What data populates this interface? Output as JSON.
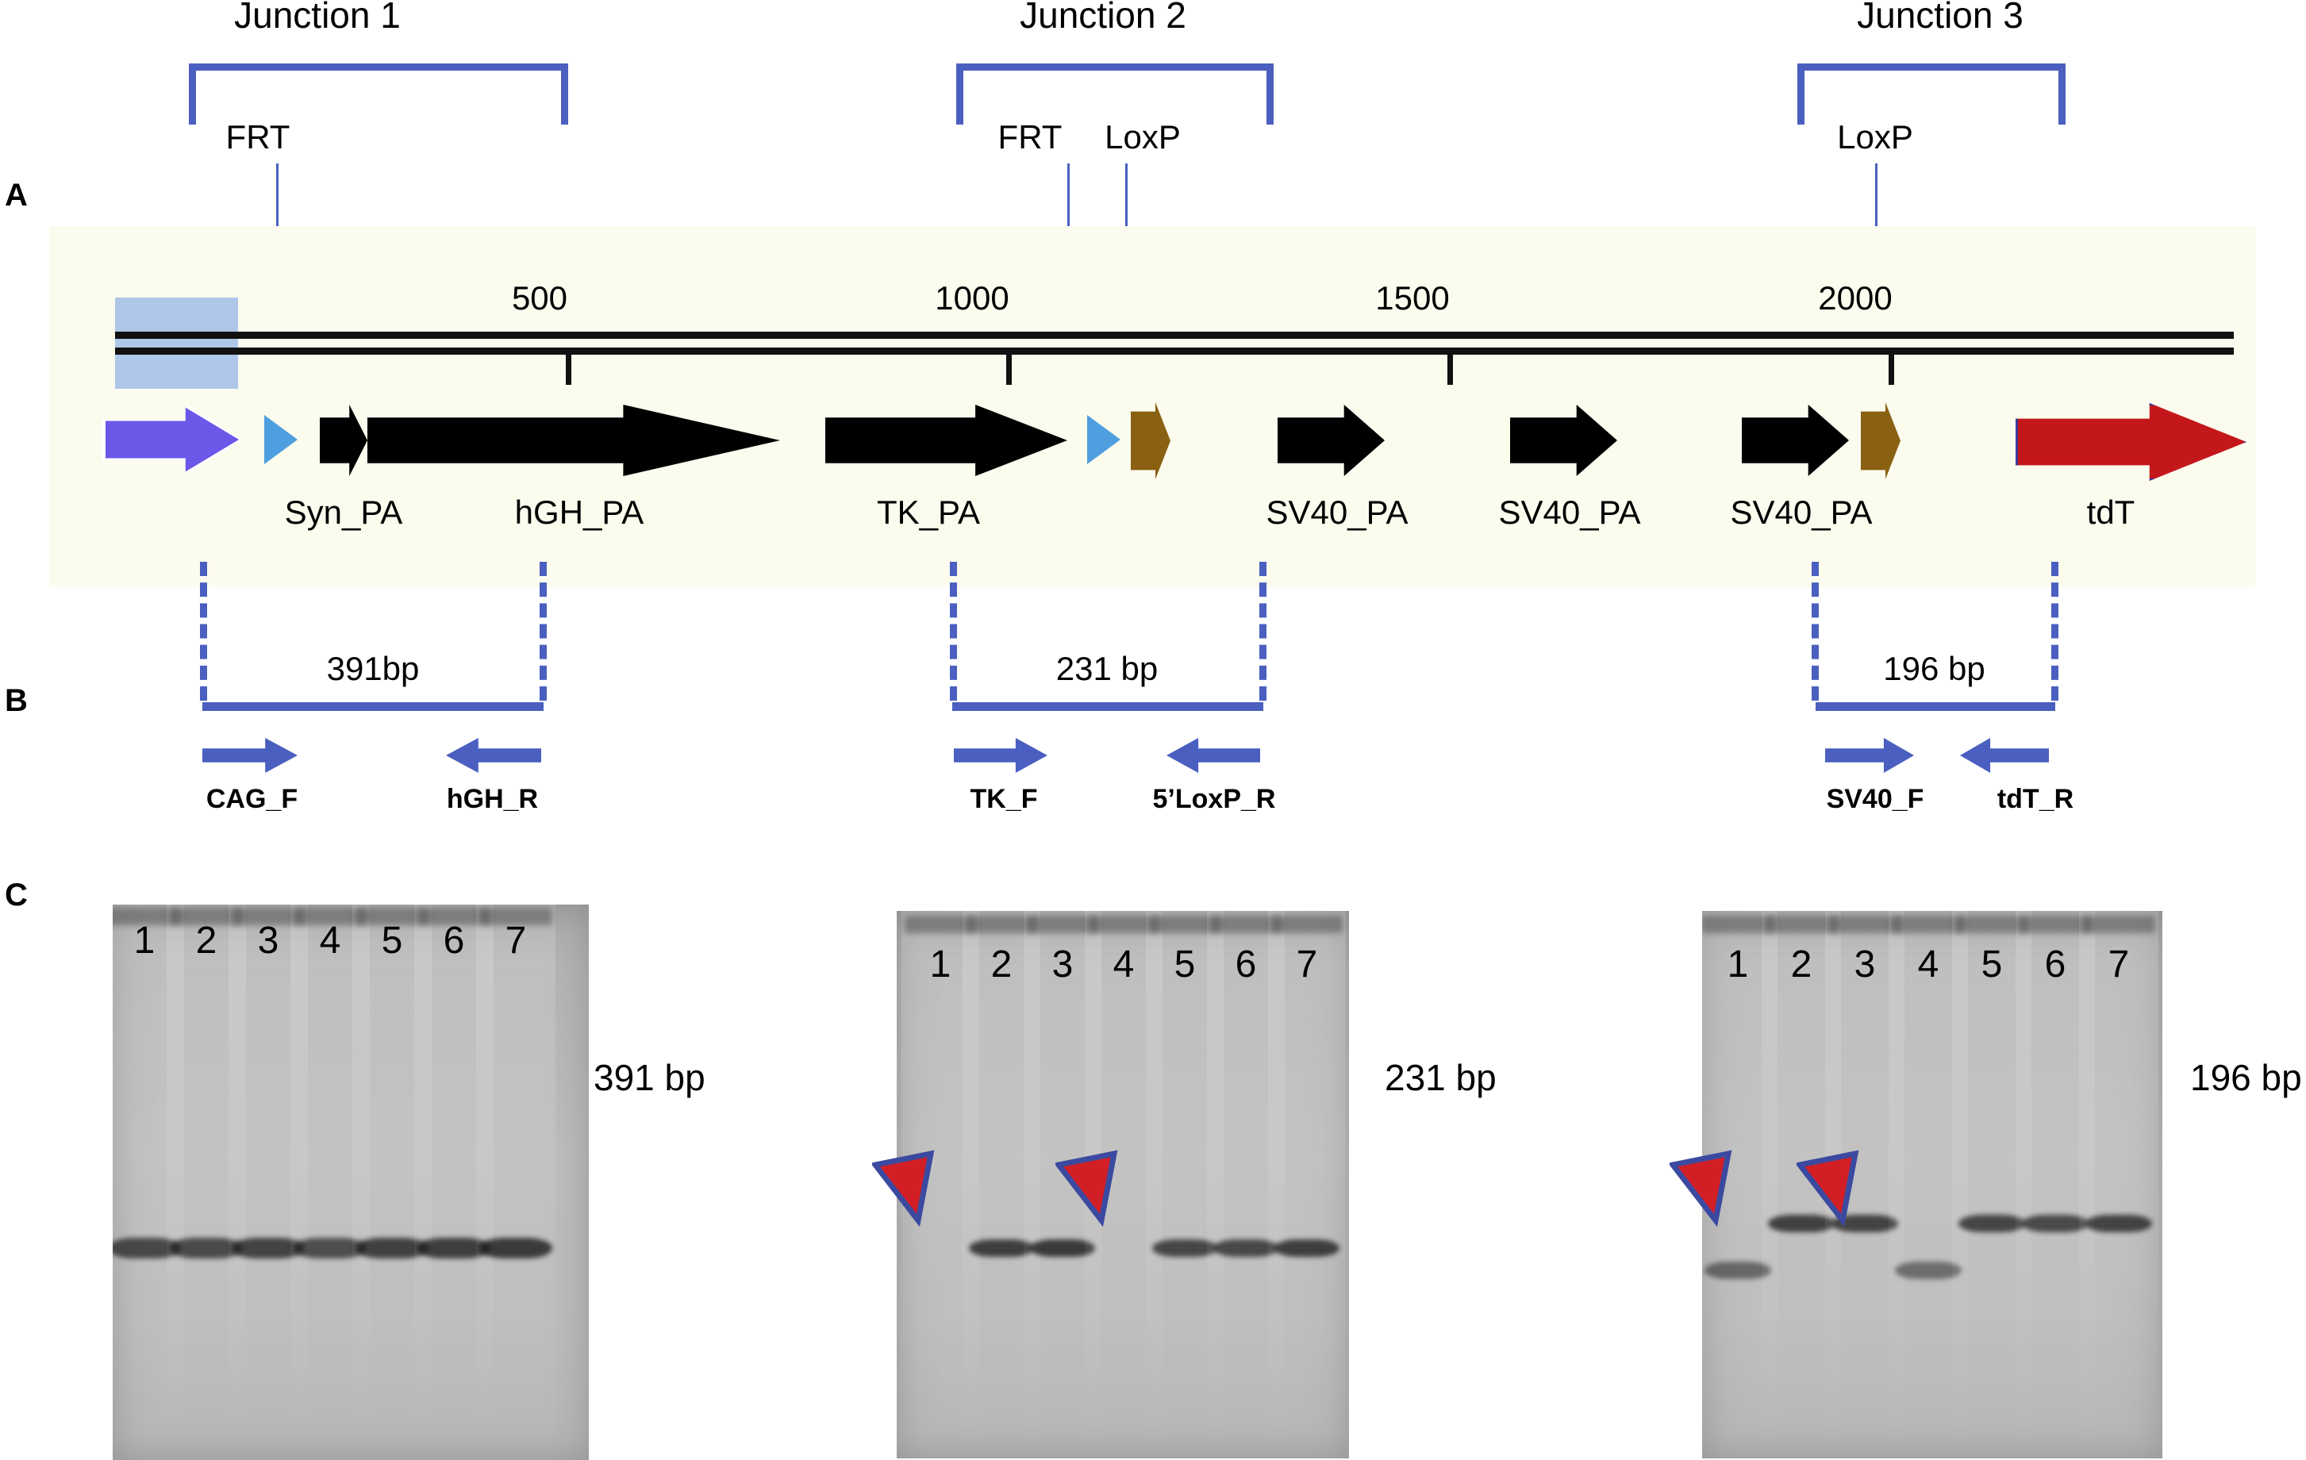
{
  "panels": {
    "a_letter": "A",
    "b_letter": "B",
    "c_letter": "C"
  },
  "junctions": [
    {
      "title": "Junction 1",
      "sites": [
        "FRT"
      ]
    },
    {
      "title": "Junction 2",
      "sites": [
        "FRT",
        "LoxP"
      ]
    },
    {
      "title": "Junction 3",
      "sites": [
        "LoxP"
      ]
    }
  ],
  "map": {
    "ruler_ticks": [
      "500",
      "1000",
      "1500",
      "2000"
    ],
    "features": [
      {
        "name": "",
        "type": "promoter-arrow-purple"
      },
      {
        "name": "",
        "type": "triangle-blue"
      },
      {
        "name": "Syn_PA",
        "type": "arrow-black"
      },
      {
        "name": "hGH_PA",
        "type": "arrow-black"
      },
      {
        "name": "TK_PA",
        "type": "arrow-black"
      },
      {
        "name": "",
        "type": "triangle-blue"
      },
      {
        "name": "",
        "type": "arrow-brown"
      },
      {
        "name": "SV40_PA",
        "type": "arrow-black"
      },
      {
        "name": "SV40_PA",
        "type": "arrow-black"
      },
      {
        "name": "SV40_PA",
        "type": "arrow-black"
      },
      {
        "name": "",
        "type": "arrow-brown"
      },
      {
        "name": "tdT",
        "type": "arrow-red"
      }
    ],
    "colors": {
      "background": "#fbfbee",
      "bluebox": "#aec7e8",
      "purple": "#6b57e8",
      "blue_triangle": "#4f9fe0",
      "brown": "#8a6012",
      "red": "#c4171c",
      "bracket_blue": "#4a5fbf"
    }
  },
  "amplicons": [
    {
      "size": "391bp",
      "forward": "CAG_F",
      "reverse": "hGH_R"
    },
    {
      "size": "231 bp",
      "forward": "TK_F",
      "reverse": "5’LoxP_R"
    },
    {
      "size": "196 bp",
      "forward": "SV40_F",
      "reverse": "tdT_R"
    }
  ],
  "gels": [
    {
      "label": "391 bp",
      "lanes": [
        "1",
        "2",
        "3",
        "4",
        "5",
        "6",
        "7"
      ],
      "bands": [
        1,
        1,
        1,
        1,
        1,
        1,
        1
      ],
      "band_level": [
        "low",
        "low",
        "low",
        "low",
        "low",
        "low",
        "low"
      ],
      "intensity": [
        0.8,
        0.78,
        0.86,
        0.74,
        0.88,
        0.92,
        0.95
      ],
      "arrowheads": []
    },
    {
      "label": "231 bp",
      "lanes": [
        "1",
        "2",
        "3",
        "4",
        "5",
        "6",
        "7"
      ],
      "bands": [
        0,
        1,
        1,
        0,
        1,
        1,
        1
      ],
      "band_level": [
        "none",
        "low",
        "low",
        "none",
        "low",
        "low",
        "low"
      ],
      "intensity": [
        0,
        0.9,
        0.95,
        0,
        0.82,
        0.8,
        0.92
      ],
      "arrowheads": [
        1,
        4
      ]
    },
    {
      "label": "196 bp",
      "lanes": [
        "1",
        "2",
        "3",
        "4",
        "5",
        "6",
        "7"
      ],
      "bands": [
        1,
        1,
        1,
        1,
        1,
        1,
        1
      ],
      "band_level": [
        "lower",
        "upper",
        "upper",
        "lower",
        "upper",
        "upper",
        "upper"
      ],
      "intensity": [
        0.45,
        0.88,
        0.86,
        0.4,
        0.84,
        0.78,
        0.86
      ],
      "arrowheads": [
        1,
        3
      ]
    }
  ]
}
